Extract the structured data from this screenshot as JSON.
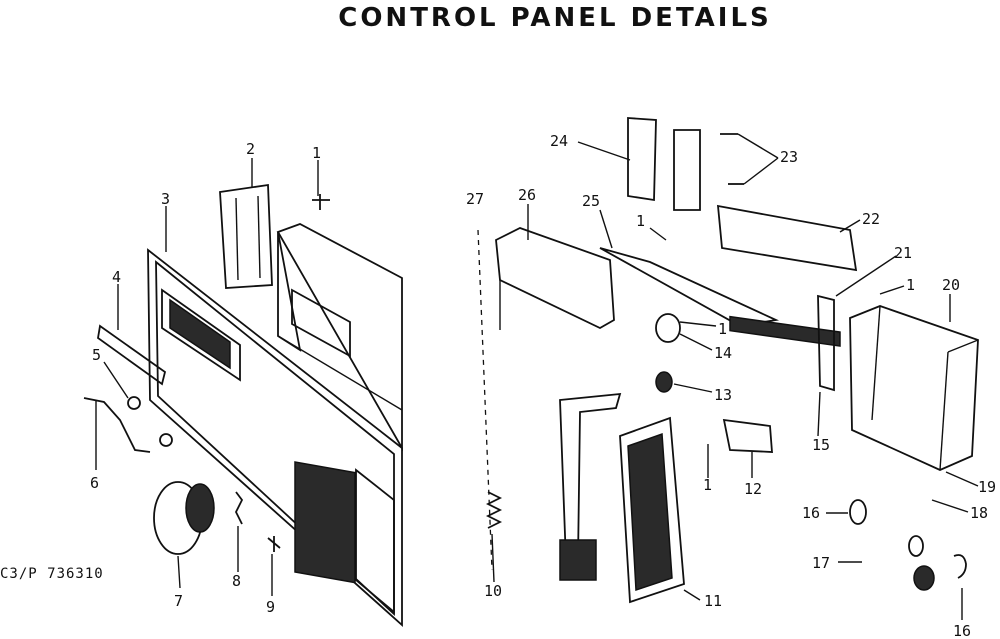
{
  "title": "CONTROL PANEL DETAILS",
  "reference": "C3/P 736310",
  "callouts": [
    {
      "id": "1a",
      "text": "1"
    },
    {
      "id": "2",
      "text": "2"
    },
    {
      "id": "3",
      "text": "3"
    },
    {
      "id": "4",
      "text": "4"
    },
    {
      "id": "5",
      "text": "5"
    },
    {
      "id": "6",
      "text": "6"
    },
    {
      "id": "7",
      "text": "7"
    },
    {
      "id": "8",
      "text": "8"
    },
    {
      "id": "9",
      "text": "9"
    },
    {
      "id": "10",
      "text": "10"
    },
    {
      "id": "11",
      "text": "11"
    },
    {
      "id": "1b",
      "text": "1"
    },
    {
      "id": "12",
      "text": "12"
    },
    {
      "id": "13",
      "text": "13"
    },
    {
      "id": "14",
      "text": "14"
    },
    {
      "id": "1c",
      "text": "1"
    },
    {
      "id": "15",
      "text": "15"
    },
    {
      "id": "16a",
      "text": "16"
    },
    {
      "id": "17",
      "text": "17"
    },
    {
      "id": "16b",
      "text": "16"
    },
    {
      "id": "18",
      "text": "18"
    },
    {
      "id": "19",
      "text": "19"
    },
    {
      "id": "20",
      "text": "20"
    },
    {
      "id": "1d",
      "text": "1"
    },
    {
      "id": "21",
      "text": "21"
    },
    {
      "id": "22",
      "text": "22"
    },
    {
      "id": "23",
      "text": "23"
    },
    {
      "id": "24",
      "text": "24"
    },
    {
      "id": "1e",
      "text": "1"
    },
    {
      "id": "25",
      "text": "25"
    },
    {
      "id": "26",
      "text": "26"
    },
    {
      "id": "27",
      "text": "27"
    }
  ]
}
